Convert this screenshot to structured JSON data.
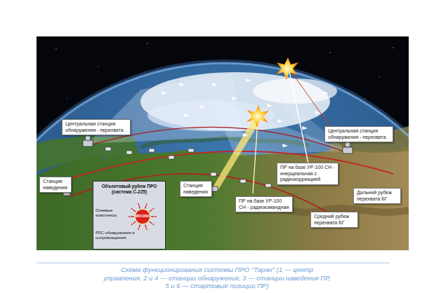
{
  "diagram": {
    "caption": "Схема функционирования системы ПРО \"Таран\" (1 — центр управления, 2 и 4 — станции обнаружения, 3 — станции наведения ПР, 5 и 6 — стартовые позиции ПР)",
    "nodes": [
      {
        "text": [
          "Центральная станция обнаружения - перехвата"
        ]
      },
      {
        "text": [
          "Центральная станция обнаружения - перехвата"
        ]
      },
      {
        "text": [
          "Станция наведения"
        ]
      },
      {
        "text": [
          "Объектовый рубеж ПРО (система С-225)"
        ]
      },
      {
        "text": [
          "МОСКВА"
        ],
        "in": 3
      },
      {
        "text": [
          "Станция наведения"
        ]
      },
      {
        "text": [
          "ПР на базе УР-100 СН - инерциальная с радиокоррекцией"
        ]
      },
      {
        "text": [
          "Дальний рубеж перехвата БГ"
        ]
      },
      {
        "text": [
          "ПР на базе УР-100 СН - радиокомандная"
        ]
      },
      {
        "text": [
          "Средний рубеж перехвата БГ"
        ]
      }
    ],
    "labels": [
      "Огневые комплексы",
      "РЛС обнаружения и сопровождения"
    ]
  }
}
